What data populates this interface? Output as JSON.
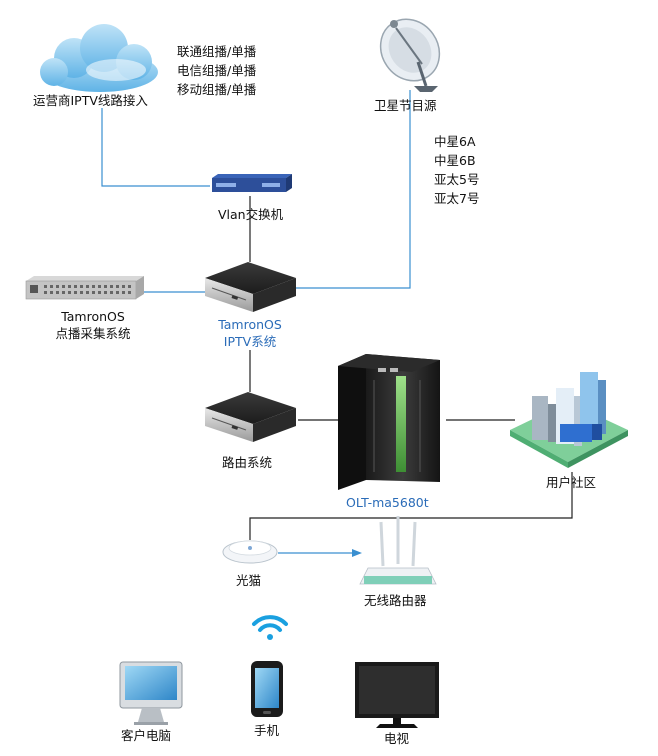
{
  "nodes": {
    "isp": {
      "label": "运营商IPTV线路接入",
      "services": [
        "联通组播/单播",
        "电信组播/单播",
        "移动组播/单播"
      ]
    },
    "satellite": {
      "label": "卫星节目源",
      "channels": [
        "中星6A",
        "中星6B",
        "亚太5号",
        "亚太7号"
      ]
    },
    "vlan": {
      "label": "Vlan交换机"
    },
    "collector": {
      "line1": "TamronOS",
      "line2": "点播采集系统"
    },
    "iptv": {
      "line1": "TamronOS",
      "line2": "IPTV系统"
    },
    "router": {
      "label": "路由系统"
    },
    "olt": {
      "label": "OLT-ma5680t"
    },
    "community": {
      "label": "用户社区"
    },
    "onu": {
      "label": "光猫"
    },
    "wifi_router": {
      "label": "无线路由器"
    },
    "pc": {
      "label": "客户电脑"
    },
    "phone": {
      "label": "手机"
    },
    "tv": {
      "label": "电视"
    }
  },
  "colors": {
    "link": "#3a8fd0",
    "wifi": "#1aa0e0",
    "label_accent": "#2b6cb8"
  }
}
